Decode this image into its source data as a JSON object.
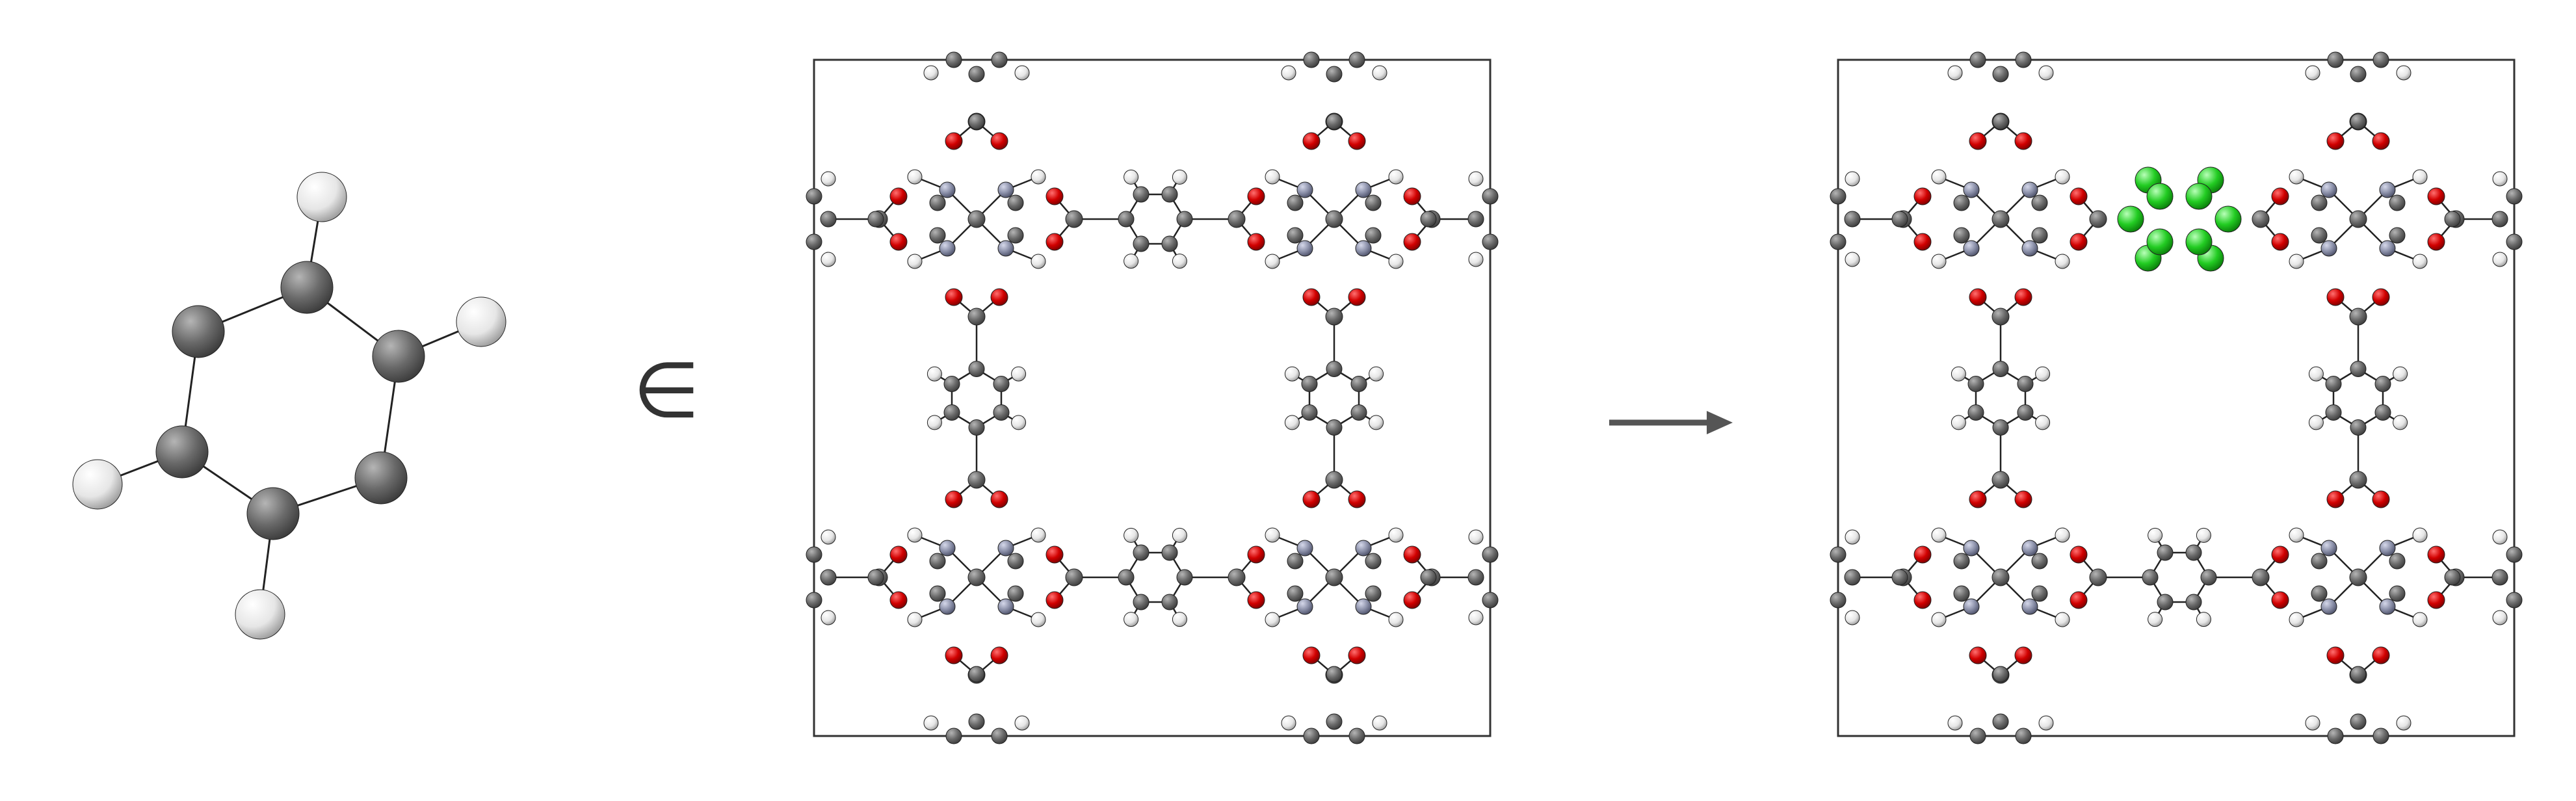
{
  "figure": {
    "relation_symbol": "∈",
    "panels": [
      {
        "name": "linker-molecule",
        "description_hidden": true
      },
      {
        "name": "framework-unit-cell"
      },
      {
        "name": "framework-with-replaced-linker"
      }
    ],
    "arrow": "right-arrow-icon"
  },
  "colors": {
    "carbon": "#6e6e6e",
    "hydrogen": "#e8e8e8",
    "oxygen": "#d40000",
    "metal": "#8a8fa8",
    "highlight": "#22cc22",
    "bond": "#222222",
    "frame": "#333333",
    "arrow": "#555555"
  }
}
